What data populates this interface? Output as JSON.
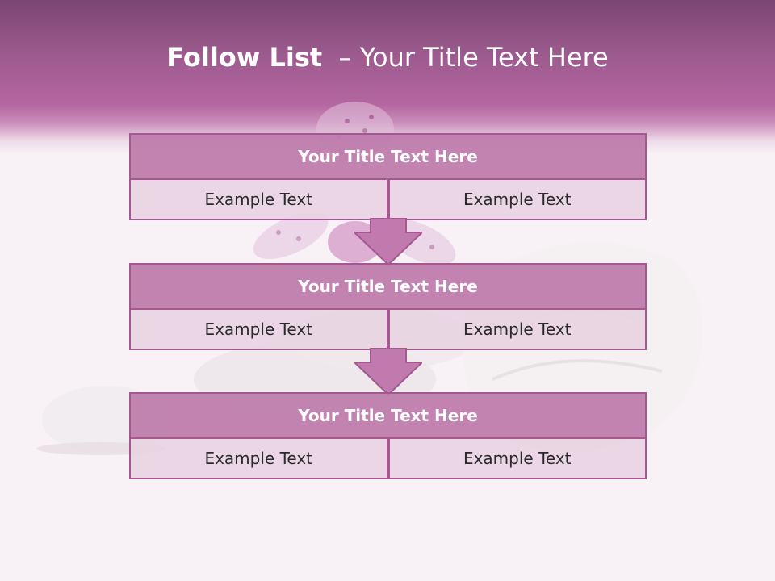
{
  "slide": {
    "title_bold": "Follow List",
    "title_rest": "  – Your Title Text Here"
  },
  "blocks": [
    {
      "title": "Your Title Text Here",
      "left": "Example Text",
      "right": "Example Text"
    },
    {
      "title": "Your Title Text Here",
      "left": "Example Text",
      "right": "Example Text"
    },
    {
      "title": "Your Title Text Here",
      "left": "Example Text",
      "right": "Example Text"
    }
  ],
  "colors": {
    "header_top": "#7a4670",
    "header_mid": "#b466a0",
    "block_title_fill": "#bd7aaa",
    "block_cell_fill": "#e8d4e2",
    "border": "#a4588f"
  }
}
